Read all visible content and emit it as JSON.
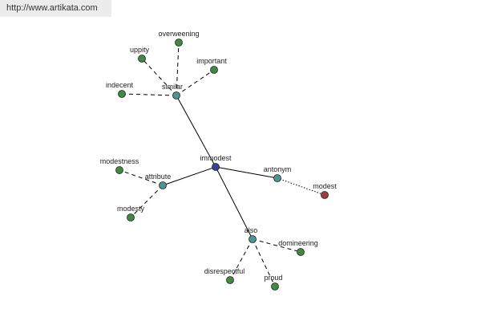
{
  "watermark": "http://www.artikata.com",
  "colors": {
    "center": "#3f3f99",
    "relation": "#4d9494",
    "related": "#3f8a3f",
    "antonym_target": "#a53a3a",
    "edge": "#000000"
  },
  "nodes": {
    "center": {
      "label": "immodest",
      "kind": "center"
    },
    "similar": {
      "label": "similar",
      "kind": "relation"
    },
    "attribute": {
      "label": "attribute",
      "kind": "relation"
    },
    "antonym": {
      "label": "antonym",
      "kind": "relation"
    },
    "also": {
      "label": "also",
      "kind": "relation"
    },
    "overweening": {
      "label": "overweening",
      "kind": "related"
    },
    "uppity": {
      "label": "uppity",
      "kind": "related"
    },
    "important": {
      "label": "important",
      "kind": "related"
    },
    "indecent": {
      "label": "indecent",
      "kind": "related"
    },
    "modestness": {
      "label": "modestness",
      "kind": "related"
    },
    "modesty": {
      "label": "modesty",
      "kind": "related"
    },
    "modest": {
      "label": "modest",
      "kind": "antonym_target"
    },
    "domineering": {
      "label": "domineering",
      "kind": "related"
    },
    "disrespectful": {
      "label": "disrespectful",
      "kind": "related"
    },
    "proud": {
      "label": "proud",
      "kind": "related"
    }
  },
  "edges": [
    {
      "from": "center",
      "to": "similar",
      "style": "solid"
    },
    {
      "from": "center",
      "to": "attribute",
      "style": "solid"
    },
    {
      "from": "center",
      "to": "antonym",
      "style": "solid"
    },
    {
      "from": "center",
      "to": "also",
      "style": "solid"
    },
    {
      "from": "similar",
      "to": "overweening",
      "style": "dashed"
    },
    {
      "from": "similar",
      "to": "uppity",
      "style": "dashed"
    },
    {
      "from": "similar",
      "to": "important",
      "style": "dashed"
    },
    {
      "from": "similar",
      "to": "indecent",
      "style": "dashed"
    },
    {
      "from": "attribute",
      "to": "modestness",
      "style": "dashed"
    },
    {
      "from": "attribute",
      "to": "modesty",
      "style": "dashed"
    },
    {
      "from": "antonym",
      "to": "modest",
      "style": "dotted"
    },
    {
      "from": "also",
      "to": "domineering",
      "style": "dashed"
    },
    {
      "from": "also",
      "to": "disrespectful",
      "style": "dashed"
    },
    {
      "from": "also",
      "to": "proud",
      "style": "dashed"
    }
  ]
}
